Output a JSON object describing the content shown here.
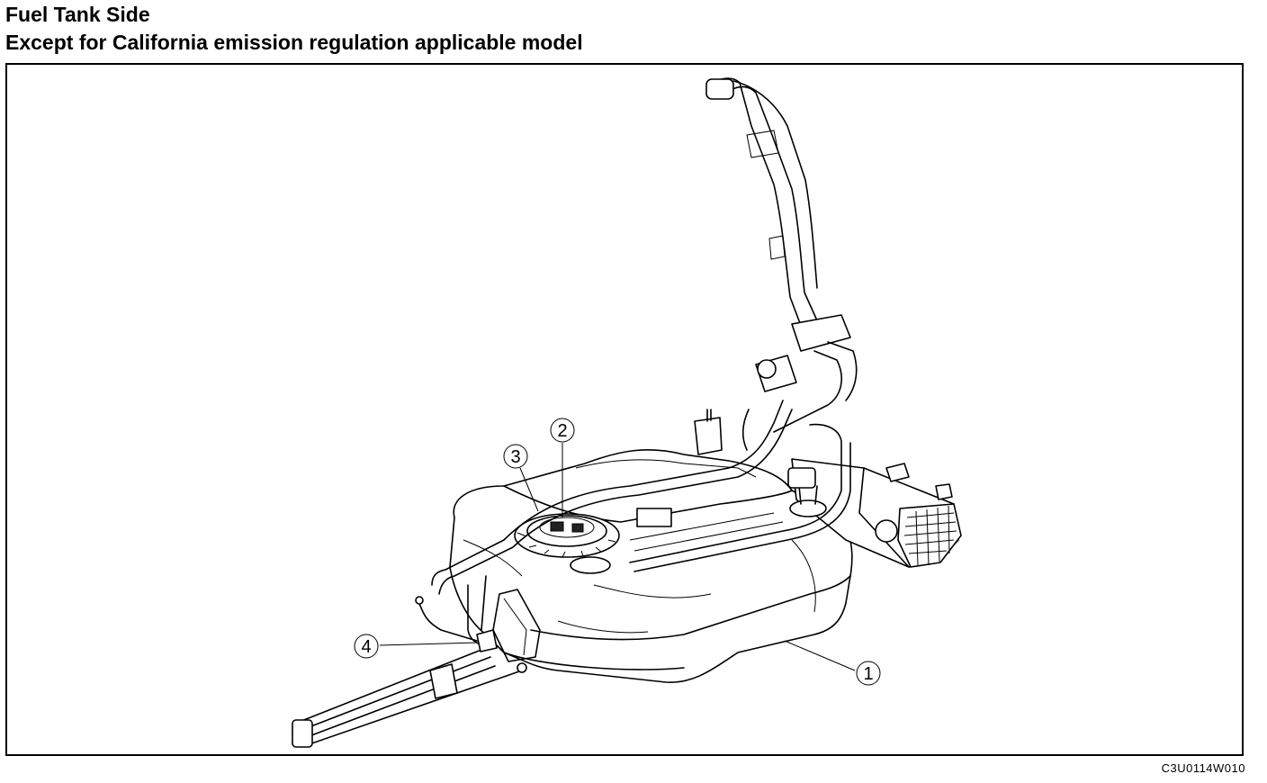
{
  "header": {
    "title": "Fuel Tank Side",
    "subtitle": "Except for California emission regulation applicable model"
  },
  "callouts": [
    {
      "number": "1"
    },
    {
      "number": "2"
    },
    {
      "number": "3"
    },
    {
      "number": "4"
    }
  ],
  "figure_code": "C3U0114W010"
}
